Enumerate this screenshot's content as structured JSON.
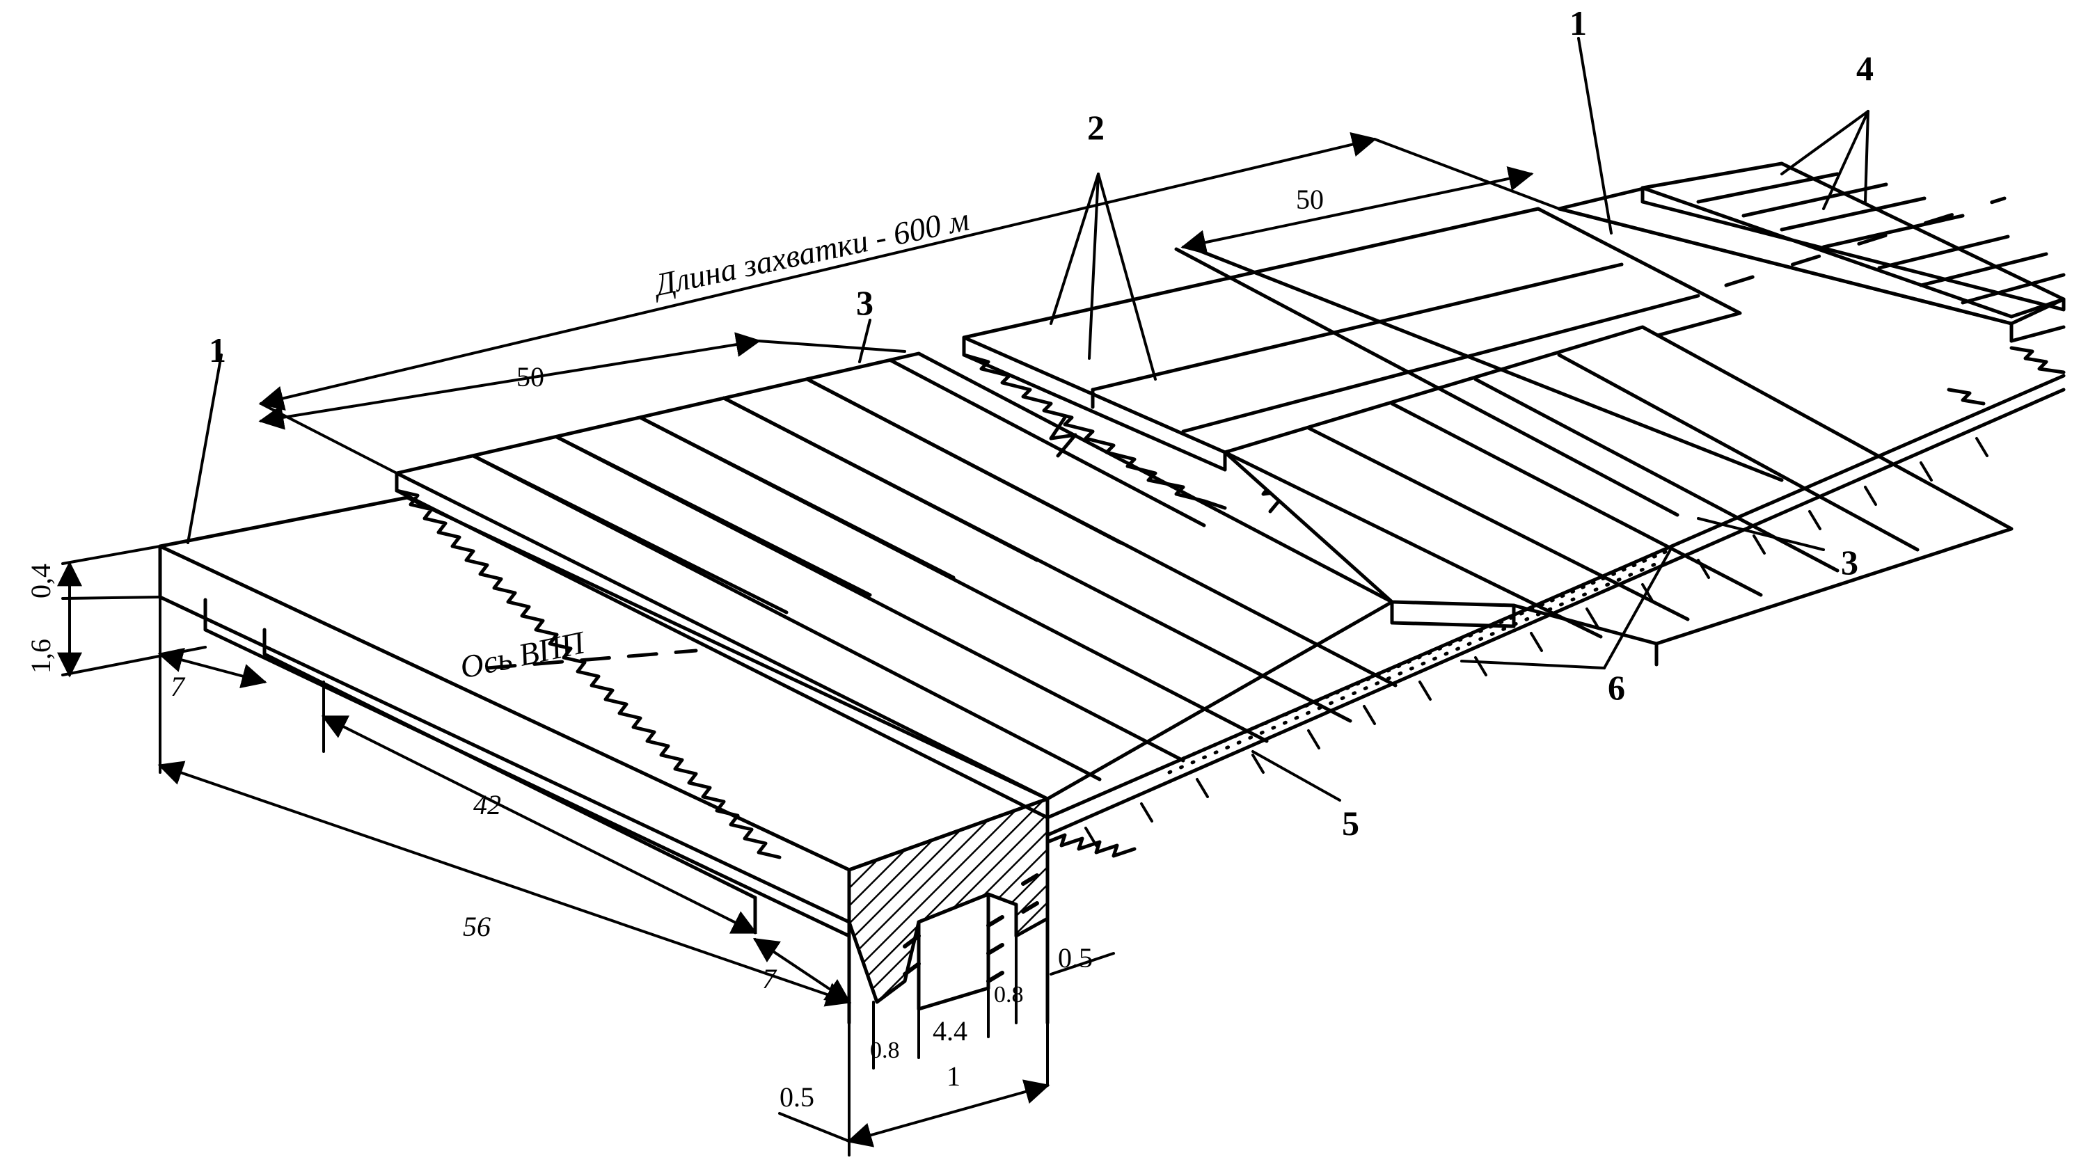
{
  "diagram": {
    "capture_length_label": "Длина захватки - 600 м",
    "runway_axis_label": "Ось ВПП",
    "callouts": {
      "slab_1_left": "1",
      "slab_1_right": "1",
      "joints_2": "2",
      "seam_3_top": "3",
      "seam_3_right": "3",
      "blocks_4": "4",
      "base_5": "5",
      "layer_6": "6"
    },
    "dimensions": {
      "section_left_50": "50",
      "section_right_50": "50",
      "height_top": "0,4",
      "height_bottom": "1,6",
      "end_zone_left": "7",
      "end_zone_right": "7",
      "middle_length": "42",
      "total_length": "56",
      "width_0_8_left": "0.8",
      "width_4_4": "4.4",
      "width_0_8_right": "0.8",
      "width_0_5_right": "0.5",
      "width_0_5_left": "0.5",
      "width_1": "1"
    }
  },
  "colors": {
    "ink": "#000000",
    "paper": "#ffffff"
  }
}
